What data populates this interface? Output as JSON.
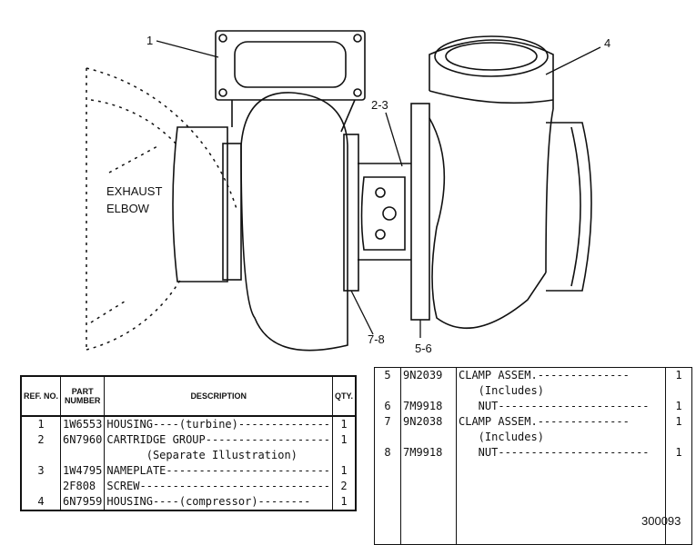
{
  "callouts": {
    "c1": "1",
    "c4": "4",
    "c23": "2-3",
    "c78": "7-8",
    "c56": "5-6"
  },
  "elbow_label": {
    "line1": "EXHAUST",
    "line2": "ELBOW"
  },
  "left_table": {
    "headers": {
      "ref": "REF. NO.",
      "part": "PART NUMBER",
      "desc": "DESCRIPTION",
      "qty": "QTY."
    },
    "rows": [
      {
        "ref": "1",
        "part": "1W6553",
        "desc": "HOUSING----(turbine)--------------",
        "qty": "1"
      },
      {
        "ref": "2",
        "part": "6N7960",
        "desc": "CARTRIDGE GROUP-------------------",
        "qty": "1"
      },
      {
        "ref": "",
        "part": "",
        "desc": "      (Separate Illustration)",
        "qty": ""
      },
      {
        "ref": "3",
        "part": "1W4795",
        "desc": "NAMEPLATE-------------------------",
        "qty": "1"
      },
      {
        "ref": "",
        "part": "2F808",
        "desc": "SCREW-----------------------------",
        "qty": "2"
      },
      {
        "ref": "4",
        "part": "6N7959",
        "desc": "HOUSING----(compressor)--------",
        "qty": "1"
      }
    ]
  },
  "right_table": {
    "rows": [
      {
        "ref": "5",
        "part": "9N2039",
        "desc": "CLAMP ASSEM.--------------",
        "qty": "1"
      },
      {
        "ref": "",
        "part": "",
        "desc": "   (Includes)",
        "qty": ""
      },
      {
        "ref": "6",
        "part": "7M9918",
        "desc": "   NUT-----------------------",
        "qty": "1"
      },
      {
        "ref": "7",
        "part": "9N2038",
        "desc": "CLAMP ASSEM.--------------",
        "qty": "1"
      },
      {
        "ref": "",
        "part": "",
        "desc": "   (Includes)",
        "qty": ""
      },
      {
        "ref": "8",
        "part": "7M9918",
        "desc": "   NUT-----------------------",
        "qty": "1"
      }
    ]
  },
  "doc_number": "300093"
}
